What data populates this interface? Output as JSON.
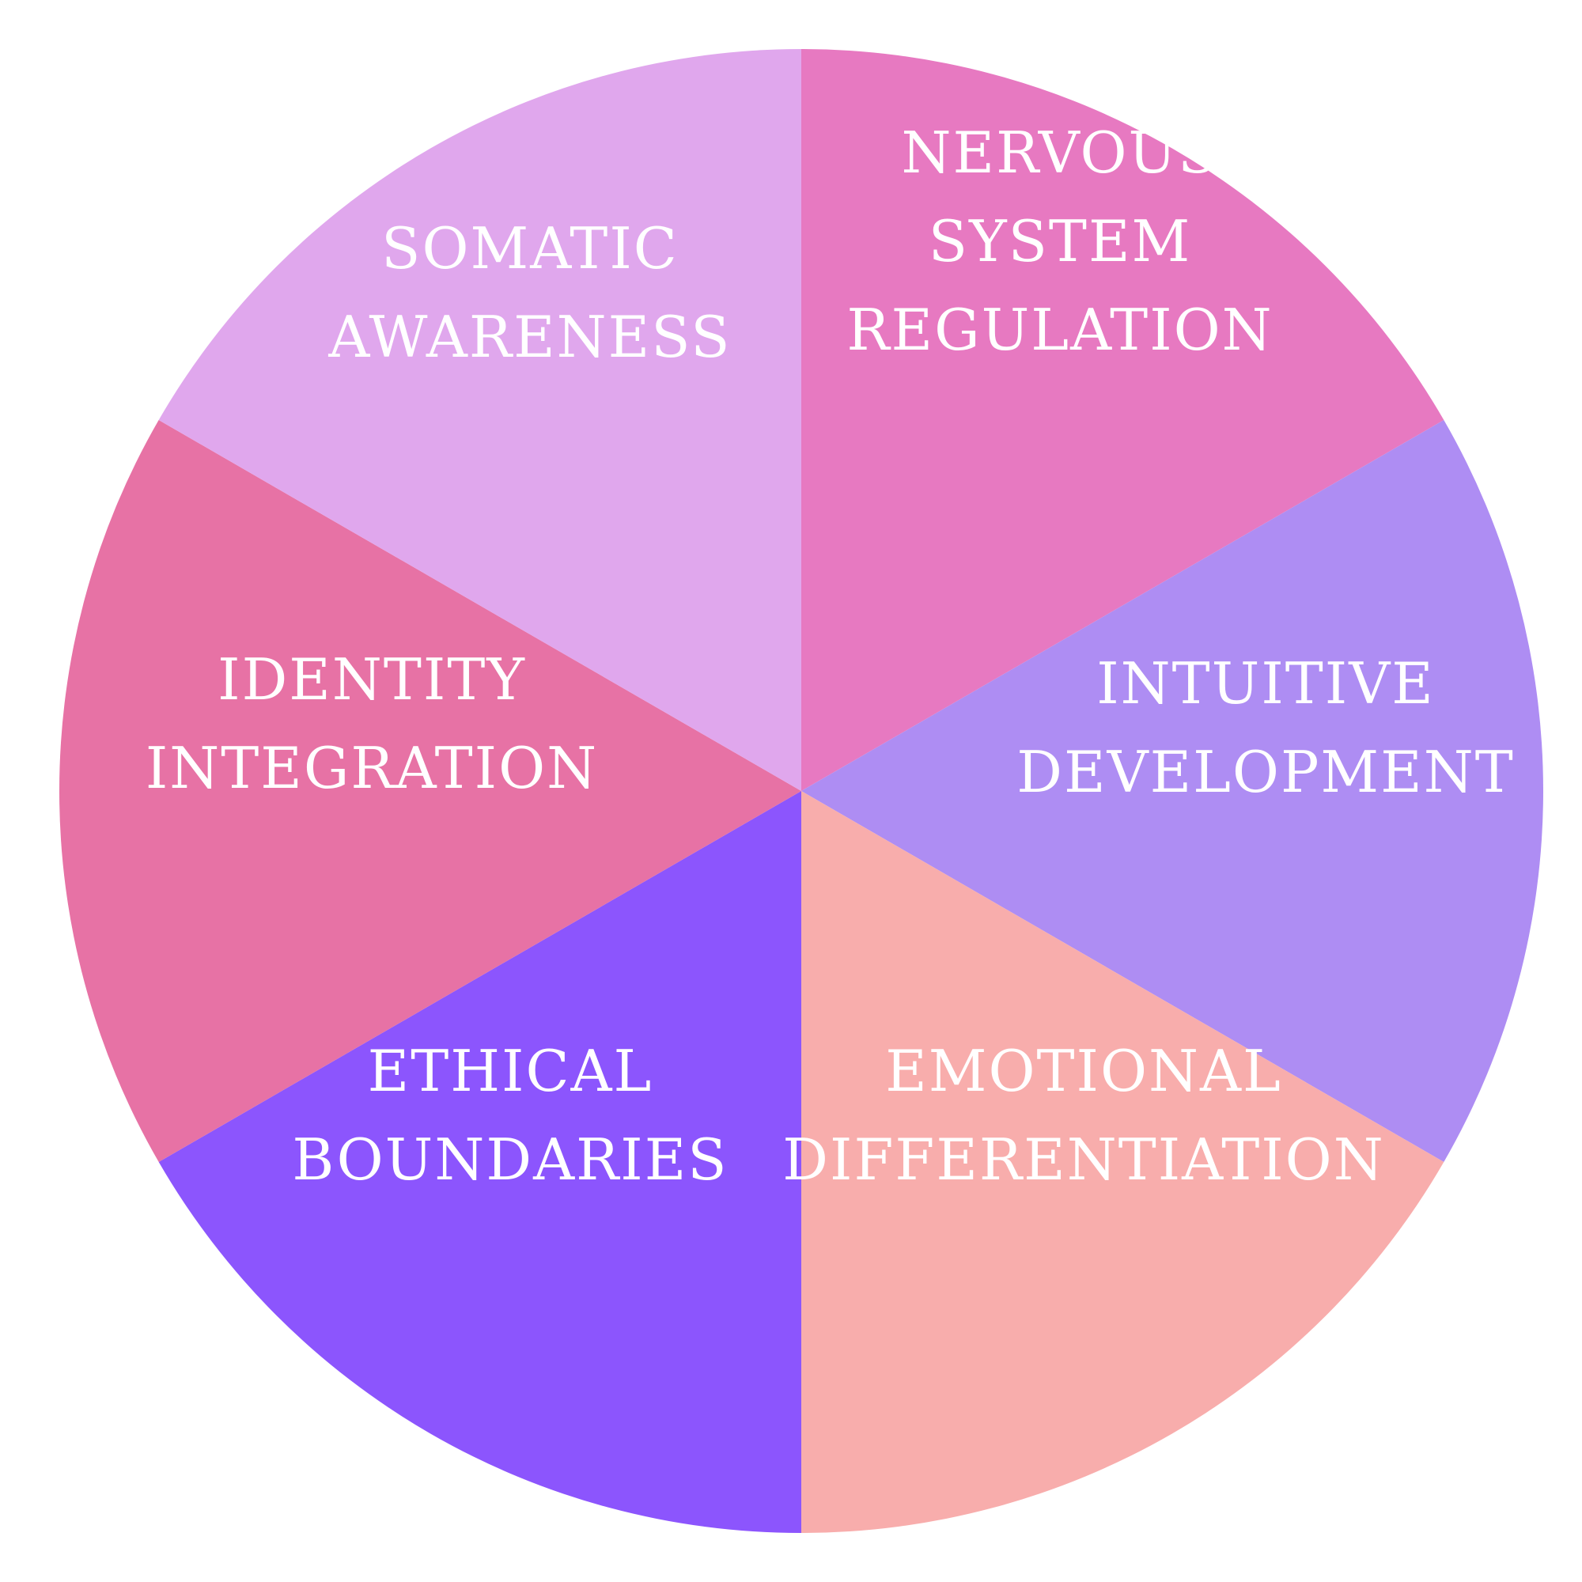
{
  "segments": [
    {
      "id": "nervous-system-regulation",
      "lines": [
        "NERVOUS",
        "SYSTEM",
        "REGULATION"
      ],
      "color": "#e779c1"
    },
    {
      "id": "intuitive-development",
      "lines": [
        "INTUITIVE",
        "DEVELOPMENT"
      ],
      "color": "#ae8df3"
    },
    {
      "id": "emotional-differentiation",
      "lines": [
        "EMOTIONAL",
        "DIFFERENTIATION"
      ],
      "color": "#f8adac"
    },
    {
      "id": "ethical-boundaries",
      "lines": [
        "ETHICAL",
        "BOUNDARIES"
      ],
      "color": "#8c55fd"
    },
    {
      "id": "identity-integration",
      "lines": [
        "IDENTITY",
        "INTEGRATION"
      ],
      "color": "#e772a5"
    },
    {
      "id": "somatic-awareness",
      "lines": [
        "SOMATIC",
        "AWARENESS"
      ],
      "color": "#e0a7ed"
    }
  ]
}
